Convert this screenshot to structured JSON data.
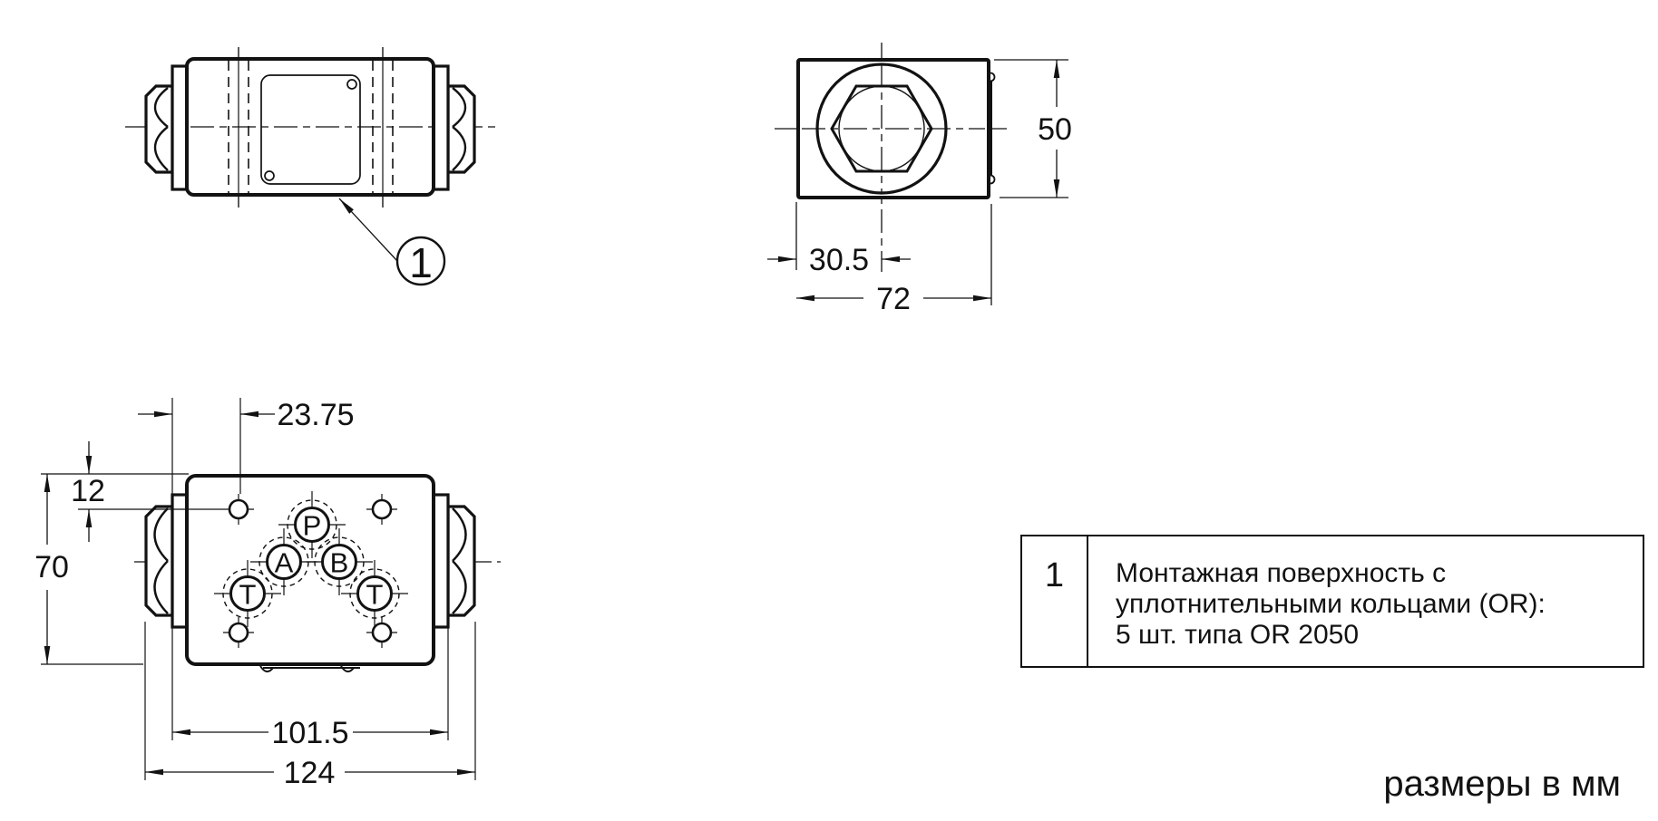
{
  "colors": {
    "ink": "#121212",
    "paper": "#ffffff"
  },
  "side_view": {
    "balloon_label": "1"
  },
  "end_view": {
    "dim_height": "50",
    "dim_center_offset": "30.5",
    "dim_width": "72"
  },
  "bottom_view": {
    "dim_port_offset": "23.75",
    "dim_hole_offset": "12",
    "dim_height": "70",
    "dim_inner_width": "101.5",
    "dim_total_width": "124",
    "ports": {
      "pressure": "P",
      "work_a": "A",
      "work_b": "B",
      "tank_left": "T",
      "tank_right": "T"
    }
  },
  "note_table": {
    "item_number": "1",
    "note_line1": "Монтажная поверхность с",
    "note_line2": "уплотнительными кольцами (OR):",
    "note_line3": "5 шт. типа OR 2050"
  },
  "footer": {
    "units_note": "размеры в мм"
  }
}
